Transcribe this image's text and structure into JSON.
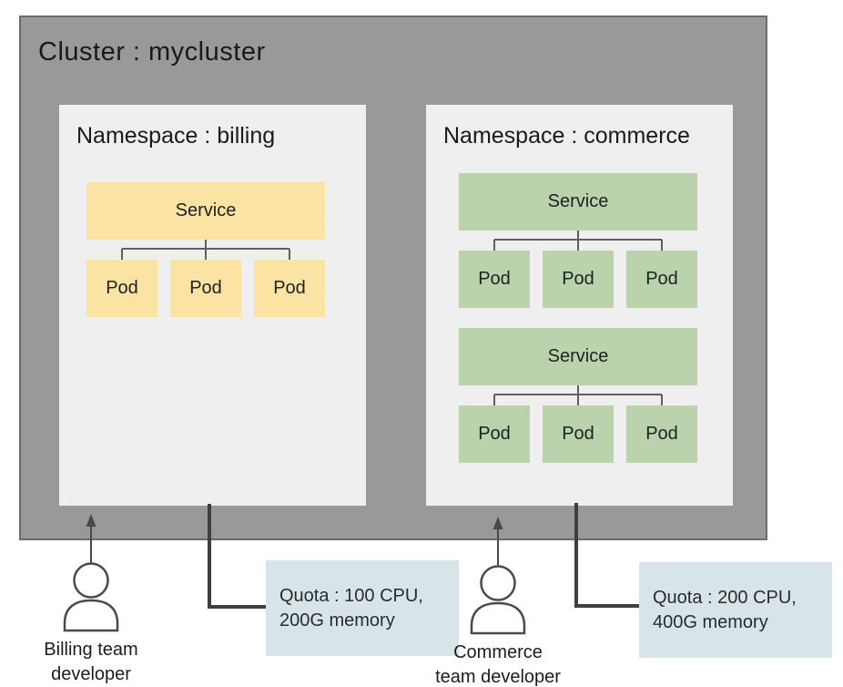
{
  "colors": {
    "cluster_fill": "#999999",
    "cluster_border": "#6d6d6d",
    "namespace_fill": "#efefef",
    "billing_accent": "#fbe3a4",
    "commerce_accent": "#bad3ac",
    "quota_fill": "#d7e4e8",
    "connector_line": "#3f3f3f"
  },
  "cluster": {
    "title": "Cluster : mycluster"
  },
  "namespaces": [
    {
      "title": "Namespace : billing",
      "groups": [
        {
          "service": "Service",
          "pods": [
            "Pod",
            "Pod",
            "Pod"
          ]
        }
      ]
    },
    {
      "title": "Namespace : commerce",
      "groups": [
        {
          "service": "Service",
          "pods": [
            "Pod",
            "Pod",
            "Pod"
          ]
        },
        {
          "service": "Service",
          "pods": [
            "Pod",
            "Pod",
            "Pod"
          ]
        }
      ]
    }
  ],
  "quotas": [
    {
      "line1": "Quota : 100 CPU,",
      "line2": "200G memory"
    },
    {
      "line1": "Quota : 200 CPU,",
      "line2": "400G memory"
    }
  ],
  "actors": [
    {
      "line1": "Billing team",
      "line2": "developer"
    },
    {
      "line1": "Commerce",
      "line2": "team developer"
    }
  ]
}
